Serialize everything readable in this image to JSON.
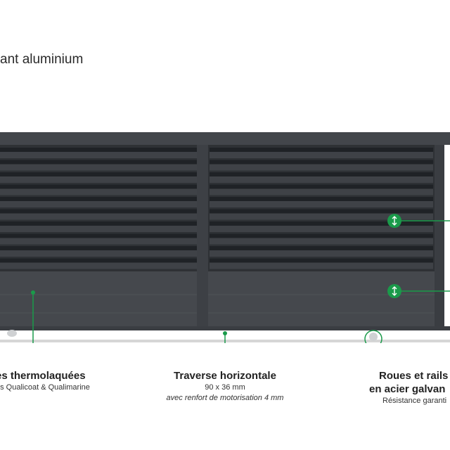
{
  "title": "ant aluminium",
  "colors": {
    "frame": "#3d4045",
    "slat": "#24272b",
    "panel": "#45484d",
    "accent": "#1a9a4a",
    "rail": "#d6d6d6"
  },
  "callouts": {
    "left": {
      "heading": "es thermolaquées",
      "sub": "es Qualicoat & Qualimarine"
    },
    "middle": {
      "heading": "Traverse horizontale",
      "sub": "90 x 36 mm",
      "note": "avec renfort de motorisation 4 mm"
    },
    "right": {
      "heading_line1": "Roues et rails",
      "heading_line2": "en acier galvan",
      "sub": "Résistance garanti"
    }
  },
  "icons": {
    "marker_top": "vertical-arrows-icon",
    "marker_bottom": "vertical-arrows-icon",
    "wheel": "wheel-circle-icon",
    "dots": "dot-icon"
  }
}
